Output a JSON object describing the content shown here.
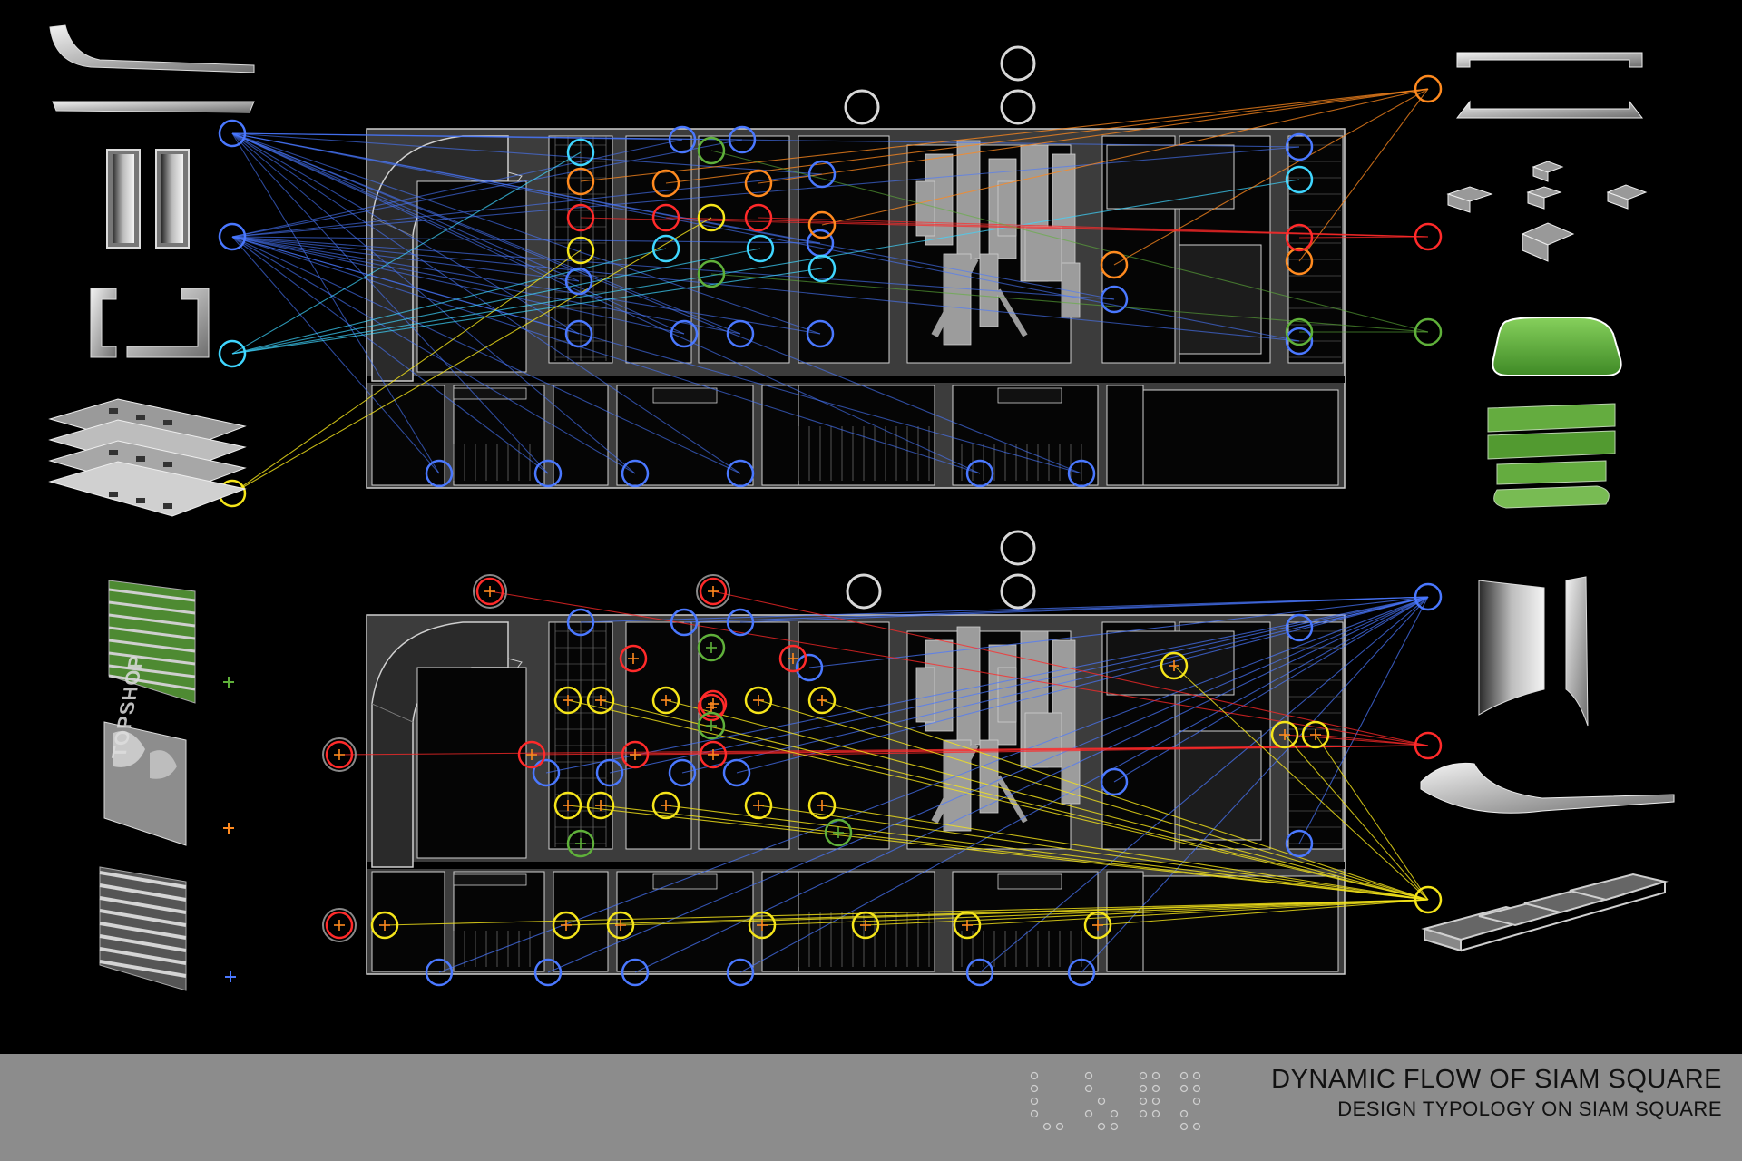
{
  "title": "DYNAMIC FLOW OF SIAM SQUARE",
  "subtitle": "DESIGN TYPOLOGY ON SIAM SQUARE",
  "sign_text": "TOPSHOP",
  "colors": {
    "background": "#000000",
    "plan_fill": "#3c3c3c",
    "plan_line": "#cfcfcf",
    "blue": "#4a78ff",
    "orange": "#ff8a1f",
    "red": "#ff2a2a",
    "cyan": "#3fd6ff",
    "yellow": "#f5e51a",
    "green": "#5fb03a",
    "white": "#d8d8d8",
    "footer": "#8c8c8c"
  },
  "icons": {
    "top_left": [
      "curved-canopy-icon",
      "fin-pair-icon",
      "bracket-frame-icon",
      "stacked-floorplates-icon"
    ],
    "top_right": [
      "canopy-bar-icon",
      "exploded-boxes-icon",
      "green-rounded-block-icon",
      "green-stacked-slabs-icon"
    ],
    "bottom_left": [
      "green-louver-wall-icon",
      "signage-wall-icon",
      "grey-louver-wall-icon"
    ],
    "bottom_right": [
      "curved-wall-pair-icon",
      "curved-blade-icon",
      "stepped-boxes-icon"
    ]
  }
}
